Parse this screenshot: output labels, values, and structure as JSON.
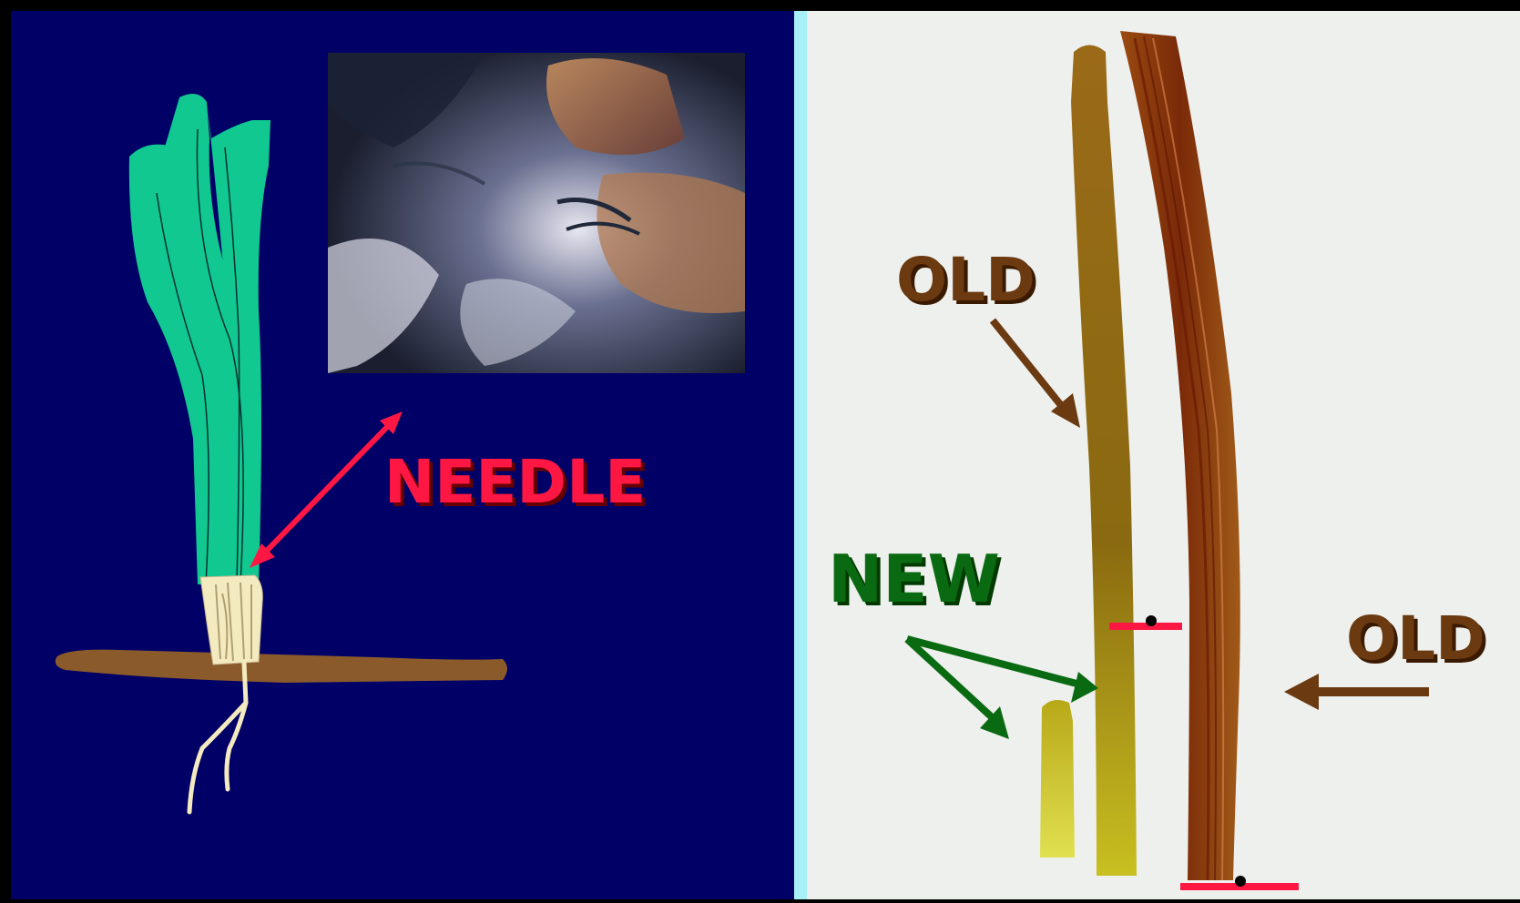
{
  "labels": {
    "needle": "NEEDLE",
    "old_top": "OLD",
    "new": "NEW",
    "old_right": "OLD"
  },
  "colors": {
    "left_background": "#000066",
    "divider": "#a8f0f8",
    "right_background": "#eef0ee",
    "leaf_green": "#10c890",
    "rhizome_brown": "#8b5a2b",
    "root_cream": "#f4eac0",
    "needle_red": "#ff1744",
    "old_brown": "#6b3a10",
    "new_green": "#0a6a12"
  }
}
